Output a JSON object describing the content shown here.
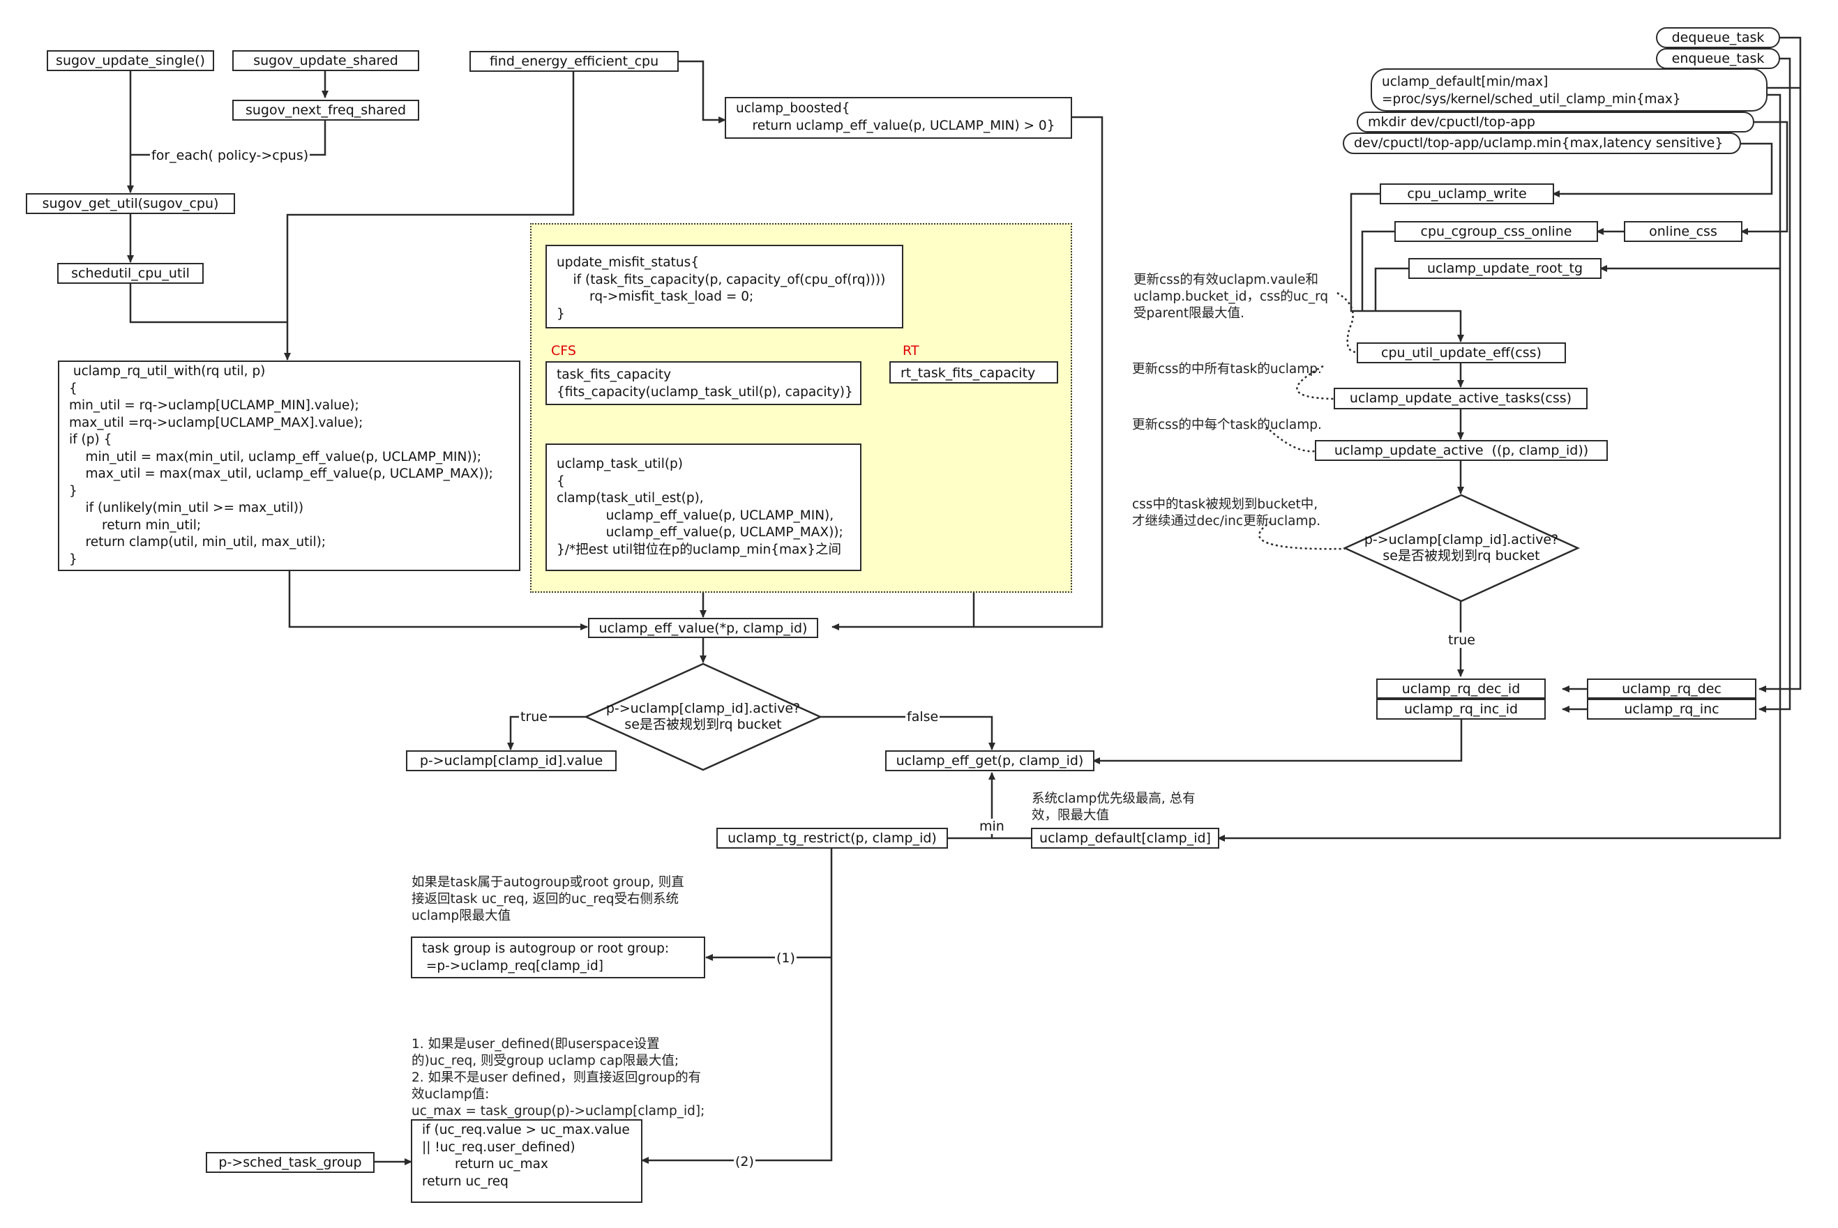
{
  "nodes": {
    "sugov_update_single": "sugov_update_single()",
    "sugov_update_shared": "sugov_update_shared",
    "sugov_next_freq_shared": "sugov_next_freq_shared",
    "sugov_get_util": "sugov_get_util(sugov_cpu)",
    "schedutil_cpu_util": "schedutil_cpu_util",
    "find_energy_efficient_cpu": "find_energy_efficient_cpu",
    "uclamp_boosted": "uclamp_boosted{\n    return uclamp_eff_value(p, UCLAMP_MIN) > 0}",
    "uclamp_rq_util_with": " uclamp_rq_util_with(rq util, p)\n{\nmin_util = rq->uclamp[UCLAMP_MIN].value);\nmax_util =rq->uclamp[UCLAMP_MAX].value);\nif (p) {\n    min_util = max(min_util, uclamp_eff_value(p, UCLAMP_MIN));\n    max_util = max(max_util, uclamp_eff_value(p, UCLAMP_MAX));\n}\n    if (unlikely(min_util >= max_util))\n        return min_util;\n    return clamp(util, min_util, max_util);\n}",
    "update_misfit_status": "update_misfit_status{\n    if (task_fits_capacity(p, capacity_of(cpu_of(rq))))\n        rq->misfit_task_load = 0;\n}",
    "task_fits_capacity": "task_fits_capacity\n{fits_capacity(uclamp_task_util(p), capacity)}",
    "rt_task_fits_capacity": "rt_task_fits_capacity",
    "uclamp_task_util": "uclamp_task_util(p)\n{\nclamp(task_util_est(p),\n            uclamp_eff_value(p, UCLAMP_MIN),\n            uclamp_eff_value(p, UCLAMP_MAX));\n}/*把est util钳位在p的uclamp_min{max}之间",
    "uclamp_eff_value": "uclamp_eff_value(*p, clamp_id)",
    "p_uclamp_value": "p->uclamp[clamp_id].value",
    "uclamp_eff_get": "uclamp_eff_get(p, clamp_id)",
    "uclamp_tg_restrict": "uclamp_tg_restrict(p, clamp_id)",
    "uclamp_default_clamp": "uclamp_default[clamp_id]",
    "task_group_autogroup": "task group is autogroup or root group:\n =p->uclamp_req[clamp_id]",
    "uc_max_code": "if (uc_req.value > uc_max.value\n|| !uc_req.user_defined)\n        return uc_max\nreturn uc_req",
    "p_sched_task_group": "p->sched_task_group",
    "dequeue_task": "dequeue_task",
    "enqueue_task": "enqueue_task",
    "uclamp_default_minmax": "uclamp_default[min/max]\n=proc/sys/kernel/sched_util_clamp_min{max}",
    "mkdir_cpuctl": "mkdir dev/cpuctl/top-app",
    "devcpuctl_uclamp_min": "dev/cpuctl/top-app/uclamp.min{max,latency sensitive}",
    "cpu_uclamp_write": "cpu_uclamp_write",
    "cpu_cgroup_css_online": "cpu_cgroup_css_online",
    "online_css": "online_css",
    "uclamp_update_root_tg": "uclamp_update_root_tg",
    "cpu_util_update_eff": "cpu_util_update_eff(css)",
    "uclamp_update_active_tasks": "uclamp_update_active_tasks(css)",
    "uclamp_update_active": "uclamp_update_active  ((p, clamp_id))",
    "uclamp_rq_dec_id": "uclamp_rq_dec_id",
    "uclamp_rq_inc_id": "uclamp_rq_inc_id",
    "uclamp_rq_dec": "uclamp_rq_dec",
    "uclamp_rq_inc": "uclamp_rq_inc"
  },
  "decisions": {
    "active_left": "p->uclamp[clamp_id].active?\nse是否被规划到rq bucket",
    "active_right": "p->uclamp[clamp_id].active?\nse是否被规划到rq bucket"
  },
  "section_labels": {
    "cfs": "CFS",
    "rt": "RT"
  },
  "edge_labels": {
    "for_each": "for_each( policy->cpus)",
    "true_left": "true",
    "false_left": "false",
    "true_right": "true",
    "min": "min",
    "one": "(1)",
    "two": "(2)"
  },
  "notes": {
    "css_update": "更新css的有效uclapm.vaule和\nuclamp.bucket_id，css的uc_rq\n受parent限最大值.",
    "css_tasks": "更新css的中所有task的uclamp.",
    "css_each_task": "更新css的中每个task的uclamp.",
    "css_bucket": "css中的task被规划到bucket中,\n才继续通过dec/inc更新uclamp.",
    "system_clamp": "系统clamp优先级最高, 总有\n效，限最大值",
    "autogroup": "如果是task属于autogroup或root group, 则直\n接返回task uc_req, 返回的uc_req受右侧系统\nuclamp限最大值",
    "user_defined": "1. 如果是user_defined(即userspace设置\n的)uc_req, 则受group uclamp cap限最大值;\n2. 如果不是user defined，则直接返回group的有\n效uclamp值:\nuc_max = task_group(p)->uclamp[clamp_id];"
  }
}
